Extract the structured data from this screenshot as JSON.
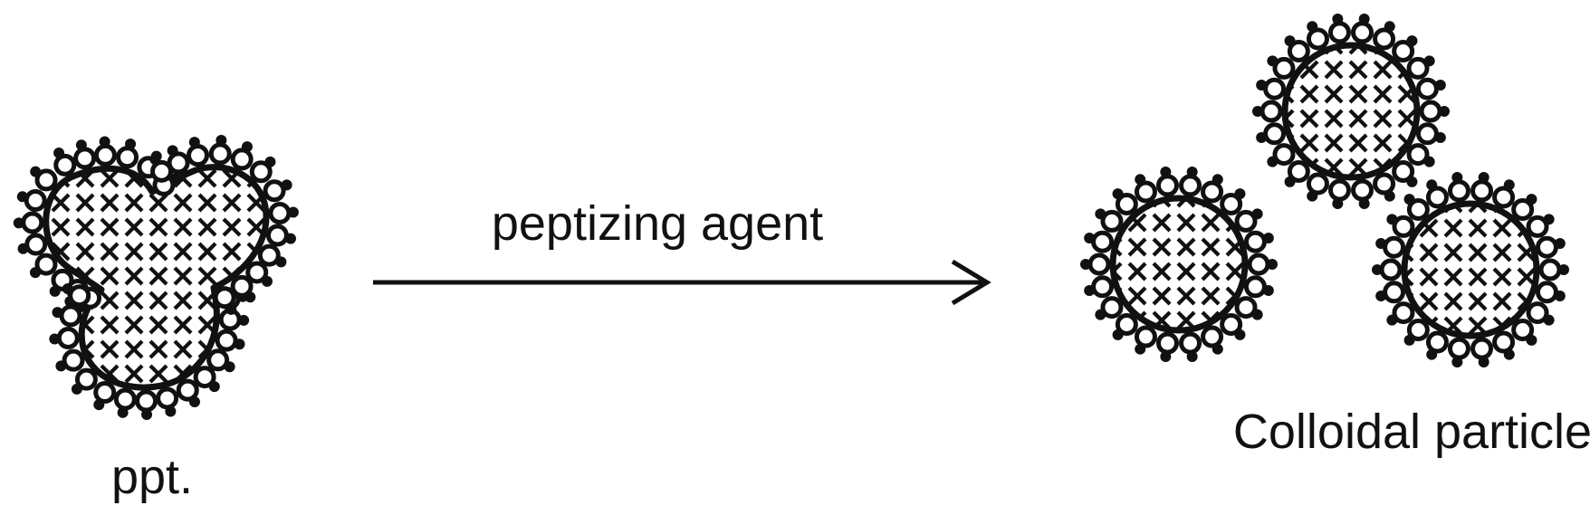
{
  "diagram": {
    "labels": {
      "precipitate": "ppt.",
      "process": "peptizing agent",
      "product": "Colloidal particle"
    },
    "colors": {
      "ink": "#111111",
      "background": "#ffffff"
    },
    "icons": {
      "precipitate": "precipitate-cluster-icon",
      "arrow": "right-arrow-icon",
      "colloid": "colloidal-particle-icon"
    }
  }
}
